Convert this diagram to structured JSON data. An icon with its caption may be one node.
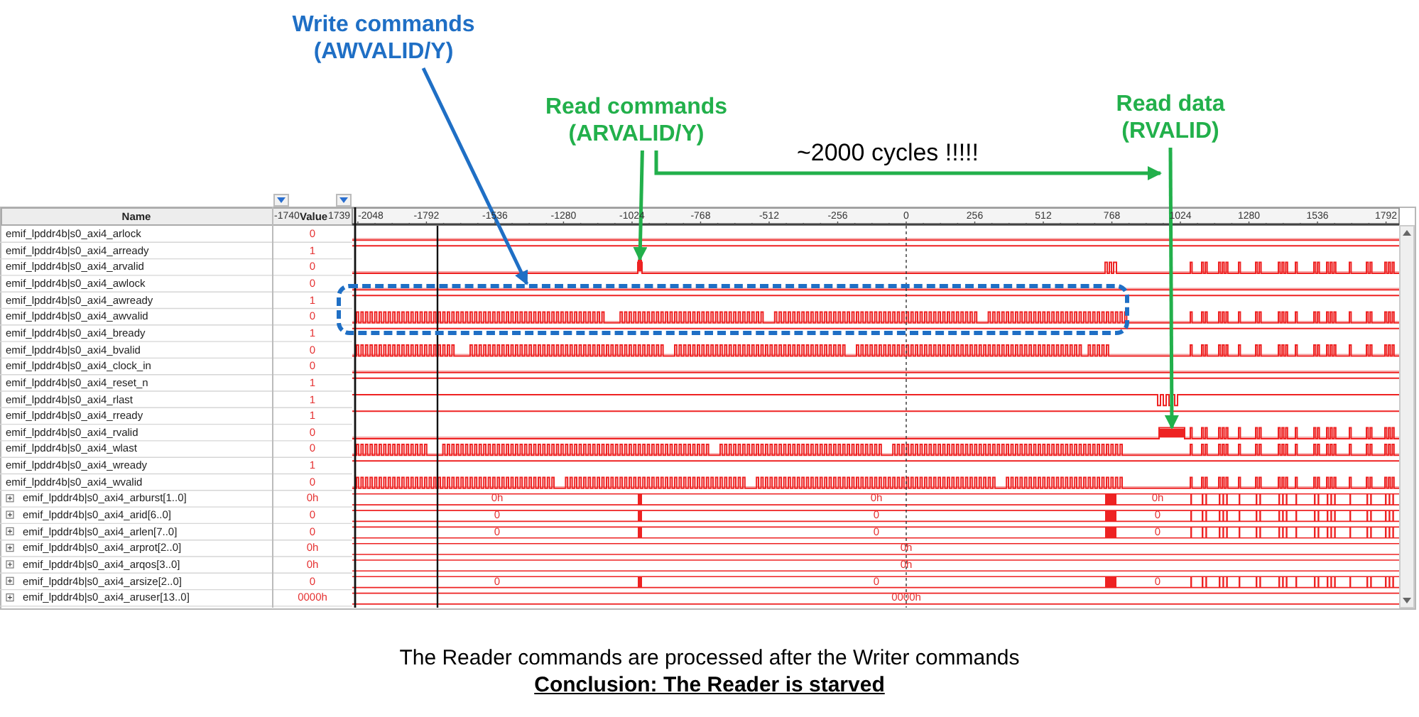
{
  "diagram": {
    "nodes": [
      {
        "text": [
          "Write commands (AWVALID/Y)"
        ]
      },
      {
        "text": [],
        "shape": "box"
      },
      {
        "text": [
          "Read commands (ARVALID/Y)"
        ]
      },
      {
        "text": [],
        "shape": "bar"
      },
      {
        "text": [
          "Read data (RVALID)"
        ]
      },
      {
        "text": [],
        "shape": "bar"
      }
    ],
    "edges": [
      {
        "from": 0,
        "to": 1,
        "arrow": "to",
        "color": "#1f6fc5"
      },
      {
        "from": 2,
        "to": 3,
        "arrow": "to",
        "color": "#22b04b"
      },
      {
        "from": 4,
        "to": 5,
        "arrow": "to",
        "color": "#22b04b"
      },
      {
        "from": 2,
        "to": 4,
        "label": "~2000 cycles !!!!!",
        "arrow": "to",
        "color": "#22b04b"
      }
    ],
    "labels": [
      "Name",
      "-1740",
      "Value",
      "1739",
      "-2048",
      "-1792",
      "-1536",
      "-1280",
      "-1024",
      "-768",
      "-512",
      "-256",
      "0",
      "256",
      "512",
      "768",
      "1024",
      "1280",
      "1536",
      "1792",
      "emif_lpddr4b|s0_axi4_arlock",
      "0",
      "emif_lpddr4b|s0_axi4_arready",
      "1",
      "emif_lpddr4b|s0_axi4_arvalid",
      "0",
      "emif_lpddr4b|s0_axi4_awlock",
      "0",
      "emif_lpddr4b|s0_axi4_awready",
      "1",
      "emif_lpddr4b|s0_axi4_awvalid",
      "0",
      "emif_lpddr4b|s0_axi4_bready",
      "1",
      "emif_lpddr4b|s0_axi4_bvalid",
      "0",
      "emif_lpddr4b|s0_axi4_clock_in",
      "0",
      "emif_lpddr4b|s0_axi4_reset_n",
      "1",
      "emif_lpddr4b|s0_axi4_rlast",
      "1",
      "emif_lpddr4b|s0_axi4_rready",
      "1",
      "emif_lpddr4b|s0_axi4_rvalid",
      "0",
      "emif_lpddr4b|s0_axi4_wlast",
      "0",
      "emif_lpddr4b|s0_axi4_wready",
      "1",
      "emif_lpddr4b|s0_axi4_wvalid",
      "0",
      "emif_lpddr4b|s0_axi4_arburst[1..0]",
      "0h",
      "0h",
      "0h",
      "0h",
      "emif_lpddr4b|s0_axi4_arid[6..0]",
      "0",
      "0",
      "0",
      "0",
      "emif_lpddr4b|s0_axi4_arlen[7..0]",
      "0",
      "0",
      "0",
      "0",
      "emif_lpddr4b|s0_axi4_arprot[2..0]",
      "0h",
      "0h",
      "emif_lpddr4b|s0_axi4_arqos[3..0]",
      "0h",
      "0h",
      "emif_lpddr4b|s0_axi4_arsize[2..0]",
      "0",
      "0",
      "0",
      "0",
      "emif_lpddr4b|s0_axi4_aruser[13..0]",
      "0000h",
      "0000h",
      "The Reader commands are processed after the Writer commands",
      "Conclusion: The Reader is starved"
    ]
  }
}
